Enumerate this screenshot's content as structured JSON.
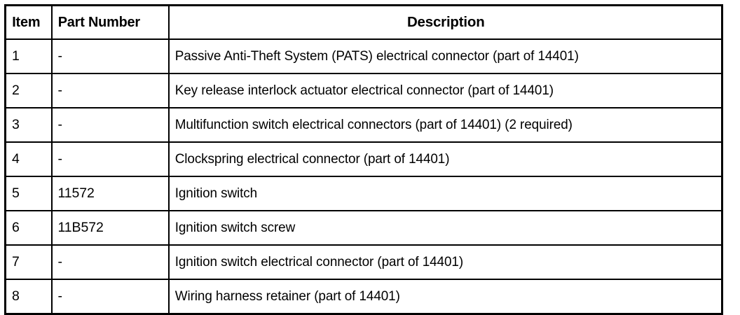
{
  "table": {
    "columns": [
      {
        "key": "item",
        "label": "Item",
        "align": "left"
      },
      {
        "key": "part_number",
        "label": "Part Number",
        "align": "left"
      },
      {
        "key": "description",
        "label": "Description",
        "align": "center"
      }
    ],
    "rows": [
      {
        "item": "1",
        "part_number": "-",
        "description": "Passive Anti-Theft System (PATS) electrical connector (part of 14401)"
      },
      {
        "item": "2",
        "part_number": "-",
        "description": "Key release interlock actuator electrical connector (part of 14401)"
      },
      {
        "item": "3",
        "part_number": "-",
        "description": "Multifunction switch electrical connectors (part of 14401) (2 required)"
      },
      {
        "item": "4",
        "part_number": "-",
        "description": "Clockspring electrical connector (part of 14401)"
      },
      {
        "item": "5",
        "part_number": "11572",
        "description": "Ignition switch"
      },
      {
        "item": "6",
        "part_number": "11B572",
        "description": "Ignition switch screw"
      },
      {
        "item": "7",
        "part_number": "-",
        "description": "Ignition switch electrical connector (part of 14401)"
      },
      {
        "item": "8",
        "part_number": "-",
        "description": "Wiring harness retainer (part of 14401)"
      }
    ]
  },
  "colors": {
    "border": "#000000",
    "background": "#ffffff",
    "text": "#000000"
  }
}
